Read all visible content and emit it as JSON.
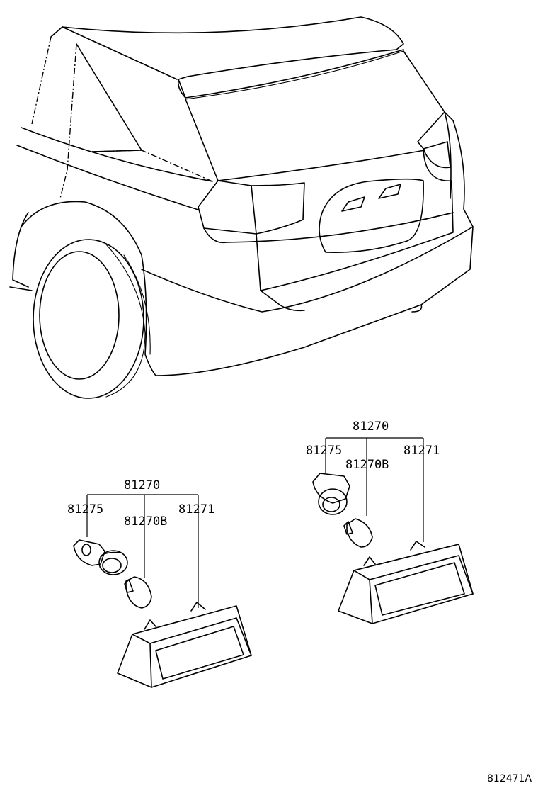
{
  "diagram_code": "812471A",
  "left_assembly": {
    "assembly": "81270",
    "socket": "81275",
    "bulb": "81270B",
    "lens": "81271"
  },
  "right_assembly": {
    "assembly": "81270",
    "socket": "81275",
    "bulb": "81270B",
    "lens": "81271"
  }
}
